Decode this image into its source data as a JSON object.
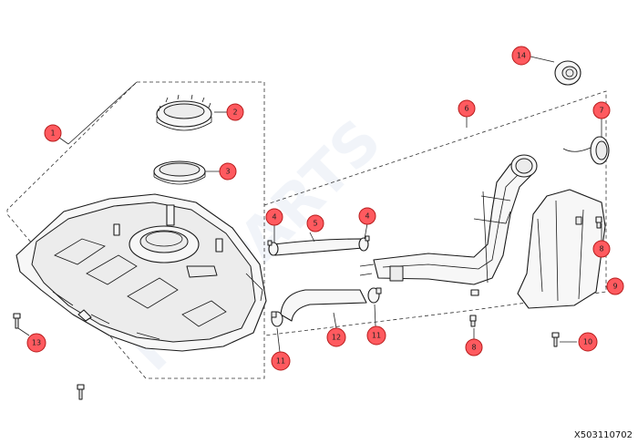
{
  "watermark": "HD PARTS",
  "figure_code": "X503110702",
  "callouts": [
    {
      "id": "c1",
      "label": "1"
    },
    {
      "id": "c2",
      "label": "2"
    },
    {
      "id": "c3",
      "label": "3"
    },
    {
      "id": "c4a",
      "label": "4"
    },
    {
      "id": "c4b",
      "label": "4"
    },
    {
      "id": "c5",
      "label": "5"
    },
    {
      "id": "c6",
      "label": "6"
    },
    {
      "id": "c7",
      "label": "7"
    },
    {
      "id": "c8a",
      "label": "8"
    },
    {
      "id": "c8b",
      "label": "8"
    },
    {
      "id": "c9",
      "label": "9"
    },
    {
      "id": "c10",
      "label": "10"
    },
    {
      "id": "c11a",
      "label": "11"
    },
    {
      "id": "c11b",
      "label": "11"
    },
    {
      "id": "c12",
      "label": "12"
    },
    {
      "id": "c13",
      "label": "13"
    },
    {
      "id": "c14",
      "label": "14"
    }
  ],
  "colors": {
    "callout_fill": "#ff5a5f",
    "line": "#1a1a1a",
    "watermark": "#e6ecf5"
  }
}
